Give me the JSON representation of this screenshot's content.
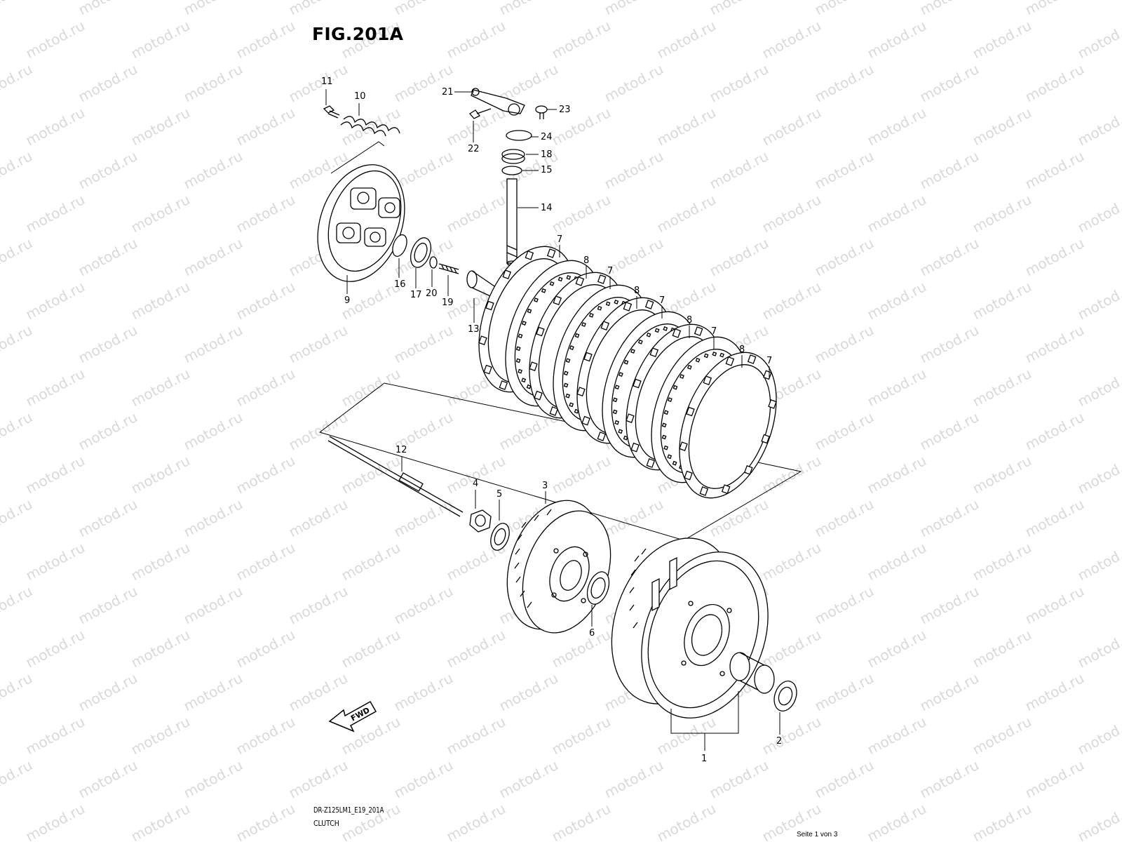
{
  "figure": {
    "title": "FIG.201A",
    "model_code": "DR-Z125LM1_E19_201A",
    "section_name": "CLUTCH",
    "page_info": "Seite 1 von 3",
    "fwd_label": "FWD",
    "watermark": "motod.ru"
  },
  "parts": [
    {
      "no": "1"
    },
    {
      "no": "2"
    },
    {
      "no": "3"
    },
    {
      "no": "4"
    },
    {
      "no": "5"
    },
    {
      "no": "6"
    },
    {
      "no": "7"
    },
    {
      "no": "8"
    },
    {
      "no": "9"
    },
    {
      "no": "10"
    },
    {
      "no": "11"
    },
    {
      "no": "12"
    },
    {
      "no": "13"
    },
    {
      "no": "14"
    },
    {
      "no": "15"
    },
    {
      "no": "16"
    },
    {
      "no": "17"
    },
    {
      "no": "18"
    },
    {
      "no": "19"
    },
    {
      "no": "20"
    },
    {
      "no": "21"
    },
    {
      "no": "22"
    },
    {
      "no": "23"
    },
    {
      "no": "24"
    }
  ],
  "plate_callouts": [
    "7",
    "8",
    "7",
    "8",
    "7",
    "8",
    "7",
    "8",
    "7"
  ]
}
